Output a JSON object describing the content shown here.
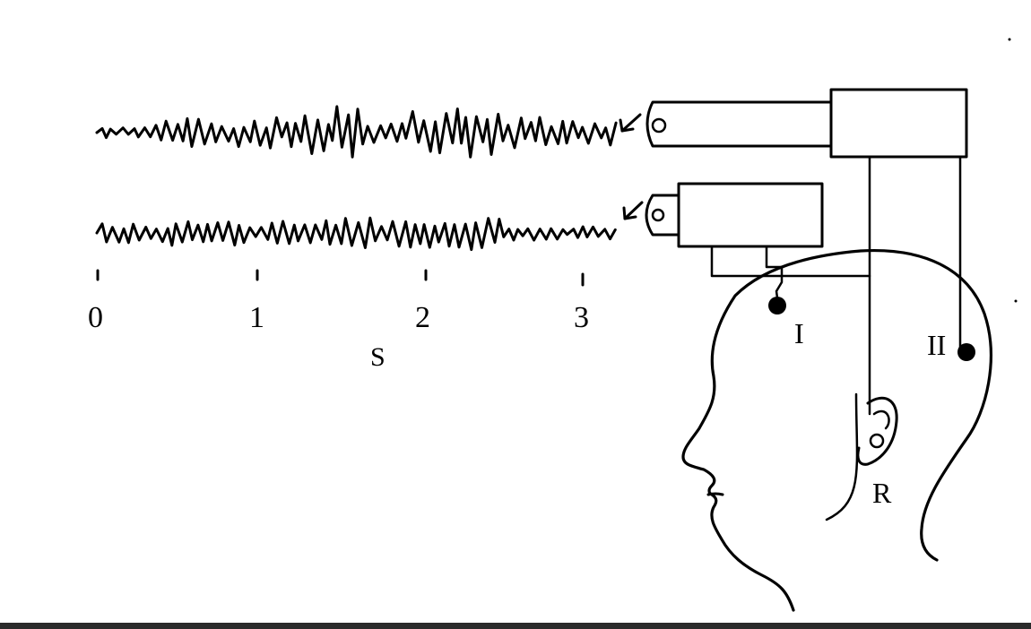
{
  "axis": {
    "ticks": [
      "0",
      "1",
      "2",
      "3"
    ],
    "unit": "S"
  },
  "electrodes": {
    "one": "I",
    "two": "II",
    "reference": "R"
  },
  "colors": {
    "ink": "#000000",
    "background": "#ffffff",
    "bottom_bar": "#2a2a2a"
  }
}
